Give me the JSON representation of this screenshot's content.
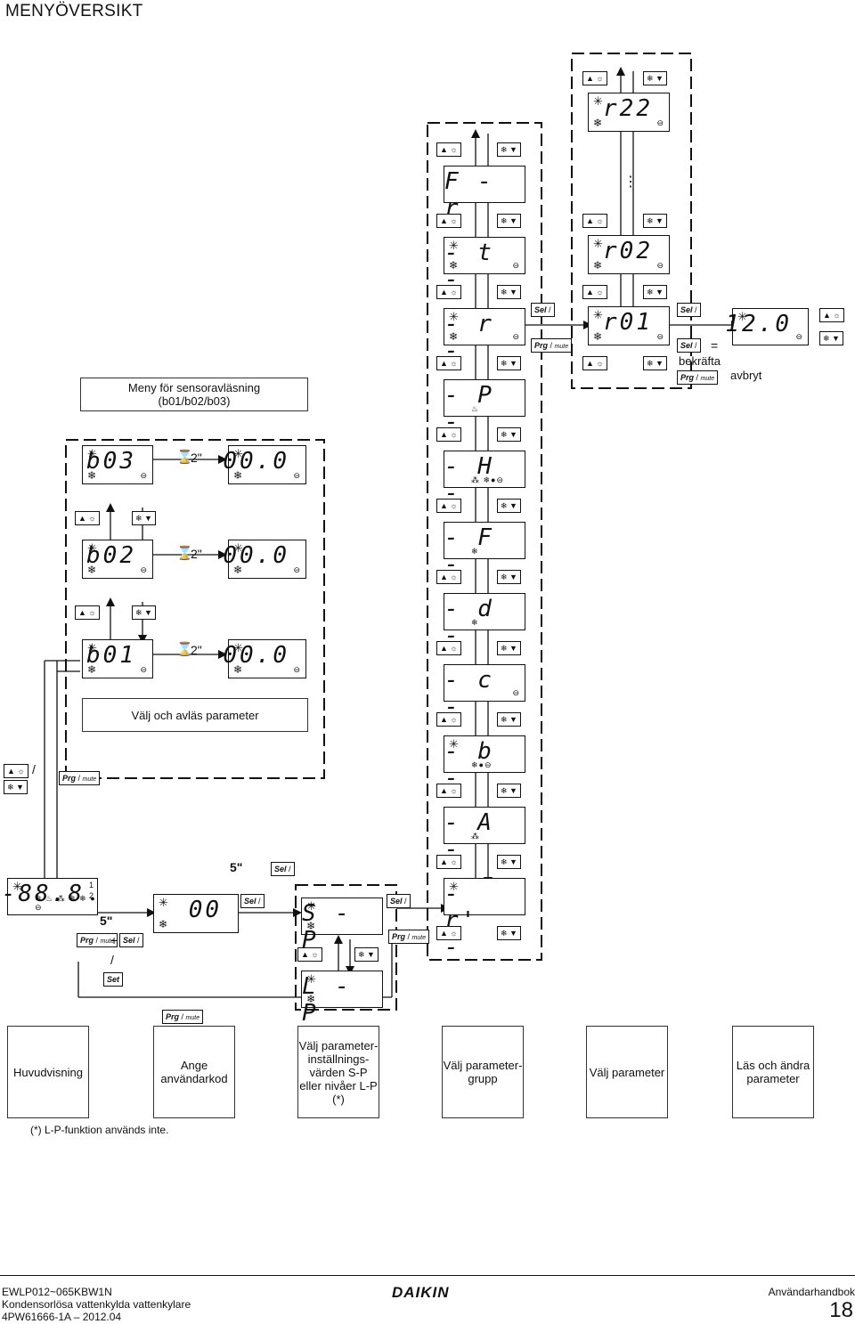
{
  "title": "MENYÖVERSIKT",
  "sensor_menu": {
    "line1": "Meny för sensoravläsning",
    "line2": "(b01/b02/b03)"
  },
  "read_param_box": "Välj och avläs parameter",
  "sensor_rows": [
    {
      "code": "b03",
      "time": "2\"",
      "value": "00.0"
    },
    {
      "code": "b02",
      "time": "2\"",
      "value": "00.0"
    },
    {
      "code": "b01",
      "time": "2\"",
      "value": "00.0"
    }
  ],
  "groups": [
    {
      "code": "F - r",
      "sub": ""
    },
    {
      "code": "- t -",
      "sub": ""
    },
    {
      "code": "- r -",
      "sub": ""
    },
    {
      "code": "- P -",
      "sub": "♨"
    },
    {
      "code": "- H -",
      "sub": "⁂ ❄●⊖"
    },
    {
      "code": "- F -",
      "sub": "❄"
    },
    {
      "code": "- d -",
      "sub": "❄"
    },
    {
      "code": "- c -",
      "sub": "⊖"
    },
    {
      "code": "- b -",
      "sub": "❄●⊖"
    },
    {
      "code": "- A -",
      "sub": "⁂"
    },
    {
      "code": "- r' -",
      "sub": ""
    }
  ],
  "params": [
    {
      "code": "r22"
    },
    {
      "code": "r02"
    },
    {
      "code": "r01"
    }
  ],
  "ellipsis": "⋮",
  "value_display": "12.0",
  "confirm": {
    "eq": "=",
    "confirm_label": "bekräfta",
    "cancel_label": "avbryt"
  },
  "main_display": {
    "code": "-88.8",
    "small1": "1",
    "small2": "2",
    "icons": "❄ ♨ ⁂ ❄ ❄ ● ⊖"
  },
  "user_code_display": "00",
  "sp_display": "S - P",
  "lp_display": "L - P",
  "five_sec": "5\"",
  "keys": {
    "sel": "Sel",
    "prg": "Prg",
    "mute": "mute",
    "set": "Set",
    "up": "▲ ☼",
    "down": "❄ ▼",
    "plus": "+",
    "slash": "/"
  },
  "bottom_boxes": [
    "Huvudvisning",
    "Ange användarkod",
    "Välj parameter-inställnings-värden S-P eller nivåer L-P (*)",
    "Välj parameter-grupp",
    "Välj parameter",
    "Läs och ändra parameter"
  ],
  "footnote": "(*)  L-P-funktion används inte.",
  "footer": {
    "model": "EWLP012~065KBW1N",
    "desc": "Kondensorlösa vattenkylda vattenkylare",
    "doc": "4PW61666-1A – 2012.04",
    "brand": "DAIKIN",
    "manual": "Användarhandbok",
    "page": "18"
  }
}
